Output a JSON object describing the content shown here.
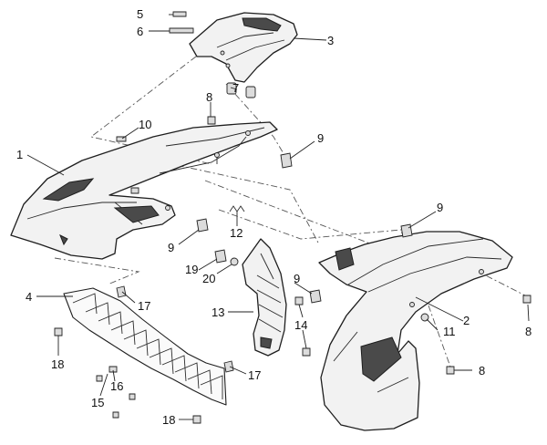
{
  "callouts": [
    {
      "id": "c1",
      "label": "1"
    },
    {
      "id": "c2",
      "label": "2"
    },
    {
      "id": "c3",
      "label": "3"
    },
    {
      "id": "c4",
      "label": "4"
    },
    {
      "id": "c5",
      "label": "5"
    },
    {
      "id": "c6",
      "label": "6"
    },
    {
      "id": "c7",
      "label": "7"
    },
    {
      "id": "c8a",
      "label": "8"
    },
    {
      "id": "c8b",
      "label": "8"
    },
    {
      "id": "c8c",
      "label": "8"
    },
    {
      "id": "c9a",
      "label": "9"
    },
    {
      "id": "c9b",
      "label": "9"
    },
    {
      "id": "c9c",
      "label": "9"
    },
    {
      "id": "c9d",
      "label": "9"
    },
    {
      "id": "c10",
      "label": "10"
    },
    {
      "id": "c11",
      "label": "11"
    },
    {
      "id": "c12",
      "label": "12"
    },
    {
      "id": "c13",
      "label": "13"
    },
    {
      "id": "c14",
      "label": "14"
    },
    {
      "id": "c15",
      "label": "15"
    },
    {
      "id": "c16",
      "label": "16"
    },
    {
      "id": "c17a",
      "label": "17"
    },
    {
      "id": "c17b",
      "label": "17"
    },
    {
      "id": "c18a",
      "label": "18"
    },
    {
      "id": "c18b",
      "label": "18"
    },
    {
      "id": "c19",
      "label": "19"
    },
    {
      "id": "c20",
      "label": "20"
    }
  ]
}
